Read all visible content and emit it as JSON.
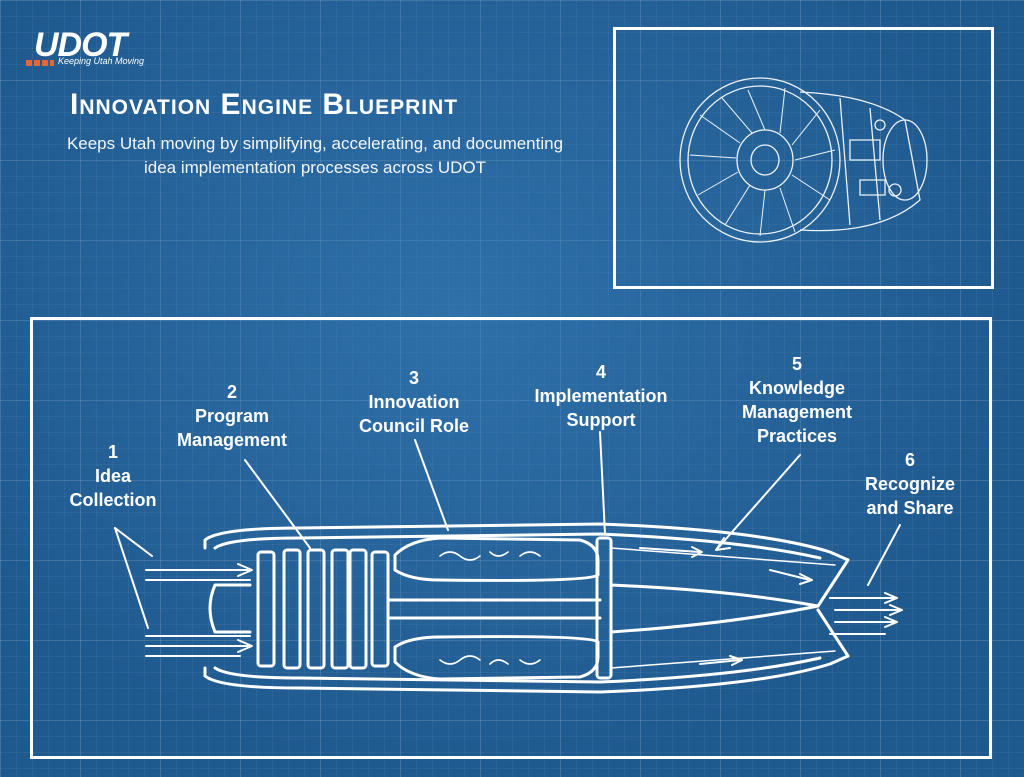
{
  "logo": {
    "name": "UDOT",
    "tagline": "Keeping Utah Moving"
  },
  "title": "Innovation Engine Blueprint",
  "subtitle": "Keeps Utah moving by simplifying, accelerating, and documenting idea implementation processes across UDOT",
  "colors": {
    "background": "#1f5a8f",
    "lines": "#ffffff",
    "accent": "#e8672a"
  },
  "stages": [
    {
      "number": "1",
      "lines": [
        "Idea",
        "Collection"
      ]
    },
    {
      "number": "2",
      "lines": [
        "Program",
        "Management"
      ]
    },
    {
      "number": "3",
      "lines": [
        "Innovation",
        "Council Role"
      ]
    },
    {
      "number": "4",
      "lines": [
        "Implementation",
        "Support"
      ]
    },
    {
      "number": "5",
      "lines": [
        "Knowledge",
        "Management",
        "Practices"
      ]
    },
    {
      "number": "6",
      "lines": [
        "Recognize",
        "and Share"
      ]
    }
  ]
}
